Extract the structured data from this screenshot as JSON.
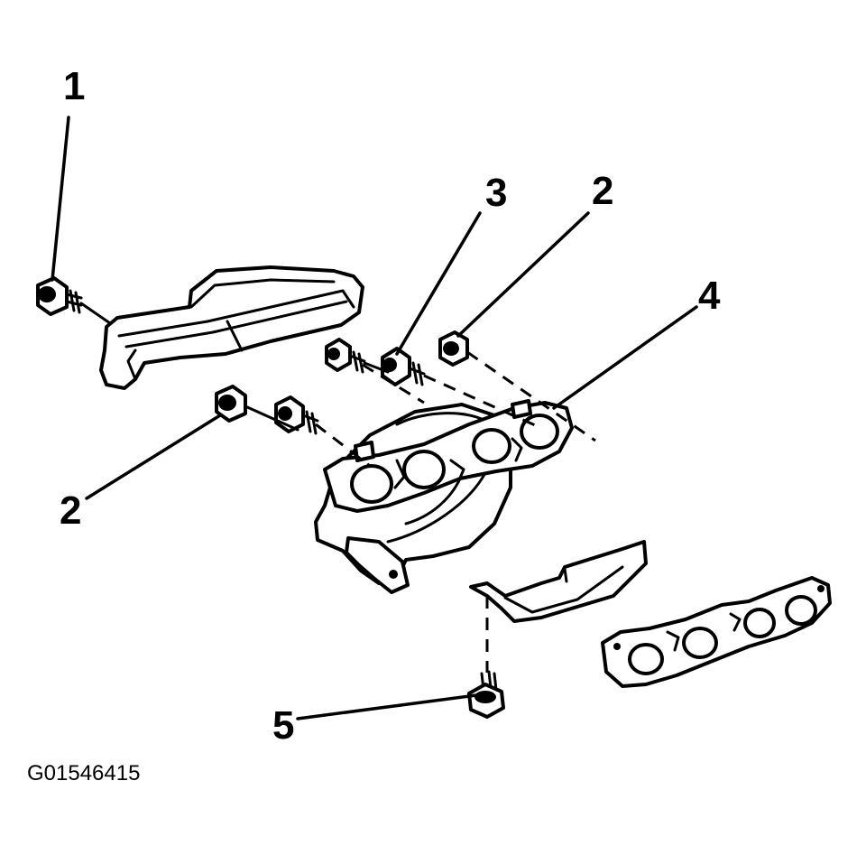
{
  "callouts": {
    "c1": "1",
    "c2_upper": "2",
    "c2_lower": "2",
    "c3": "3",
    "c4": "4",
    "c5": "5"
  },
  "figure_code": "G01546415",
  "colors": {
    "line": "#000000",
    "background": "#ffffff"
  }
}
